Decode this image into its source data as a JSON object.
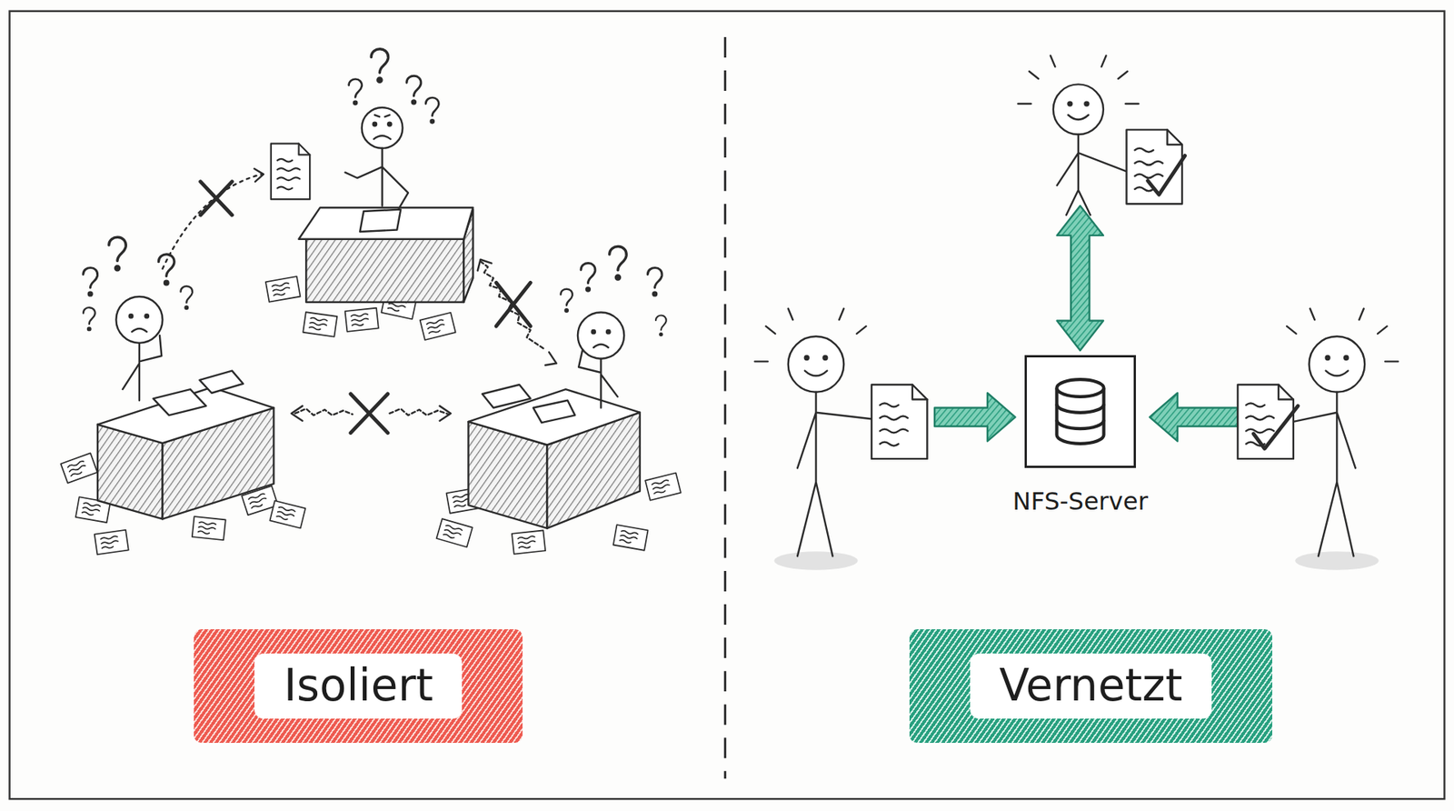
{
  "diagram": {
    "nodes": [
      {
        "text": [
          "NFS-Server"
        ]
      },
      {
        "text": [
          "Isoliert"
        ]
      },
      {
        "text": [
          "Vernetzt"
        ]
      }
    ]
  }
}
